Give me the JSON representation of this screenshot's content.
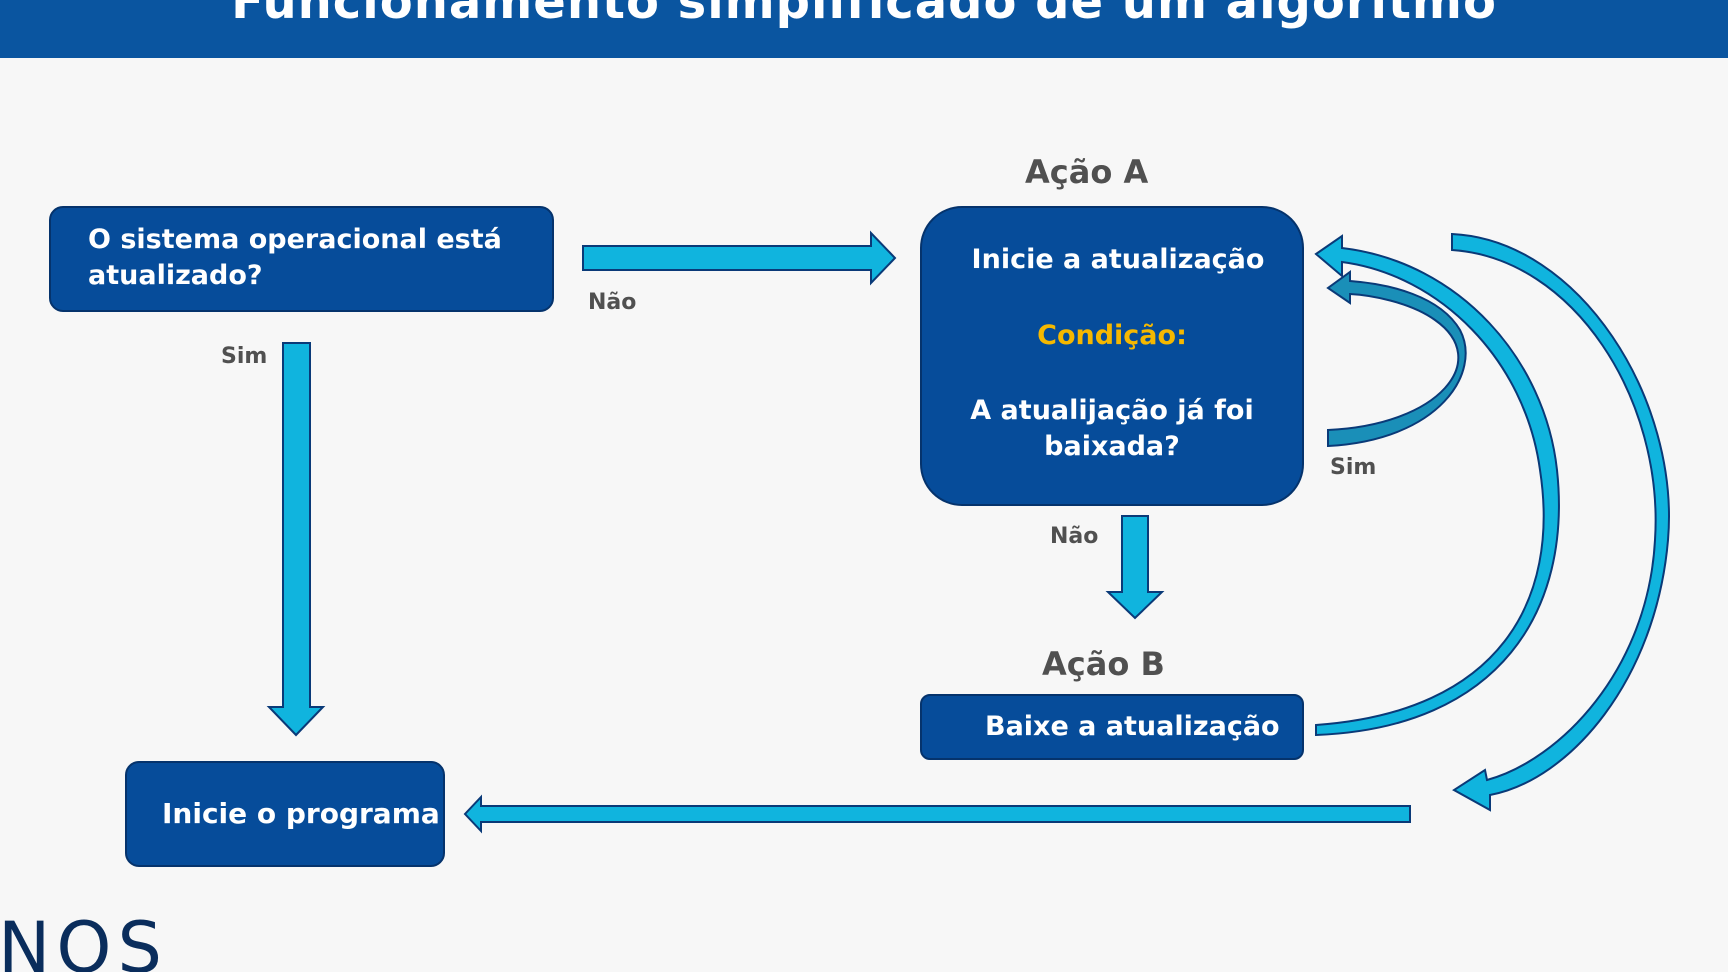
{
  "header": {
    "title": "Funcionamento simplificado de um algoritmo"
  },
  "boxes": {
    "question": "O sistema operacional está atualizado?",
    "action_a": {
      "line1": "Inicie a atualização",
      "condition": "Condição:",
      "question": "A atualijação já foi baixada?"
    },
    "download": "Baixe a atualização",
    "start": "Inicie o programa"
  },
  "labels": {
    "acao_a": "Ação A",
    "acao_b": "Ação B",
    "nao_top": "Não",
    "sim_left": "Sim",
    "sim_right": "Sim",
    "nao_down": "Não"
  },
  "logo": {
    "text": "NOS"
  },
  "colors": {
    "header": "#0a55a0",
    "box": "#064c9a",
    "box_border": "#05336c",
    "arrow": "#10b4de",
    "arrow_dark": "#1a8fb8",
    "arrow_border": "#0a3a78",
    "condition": "#f5b800",
    "label": "#505050",
    "background": "#f7f7f7"
  }
}
